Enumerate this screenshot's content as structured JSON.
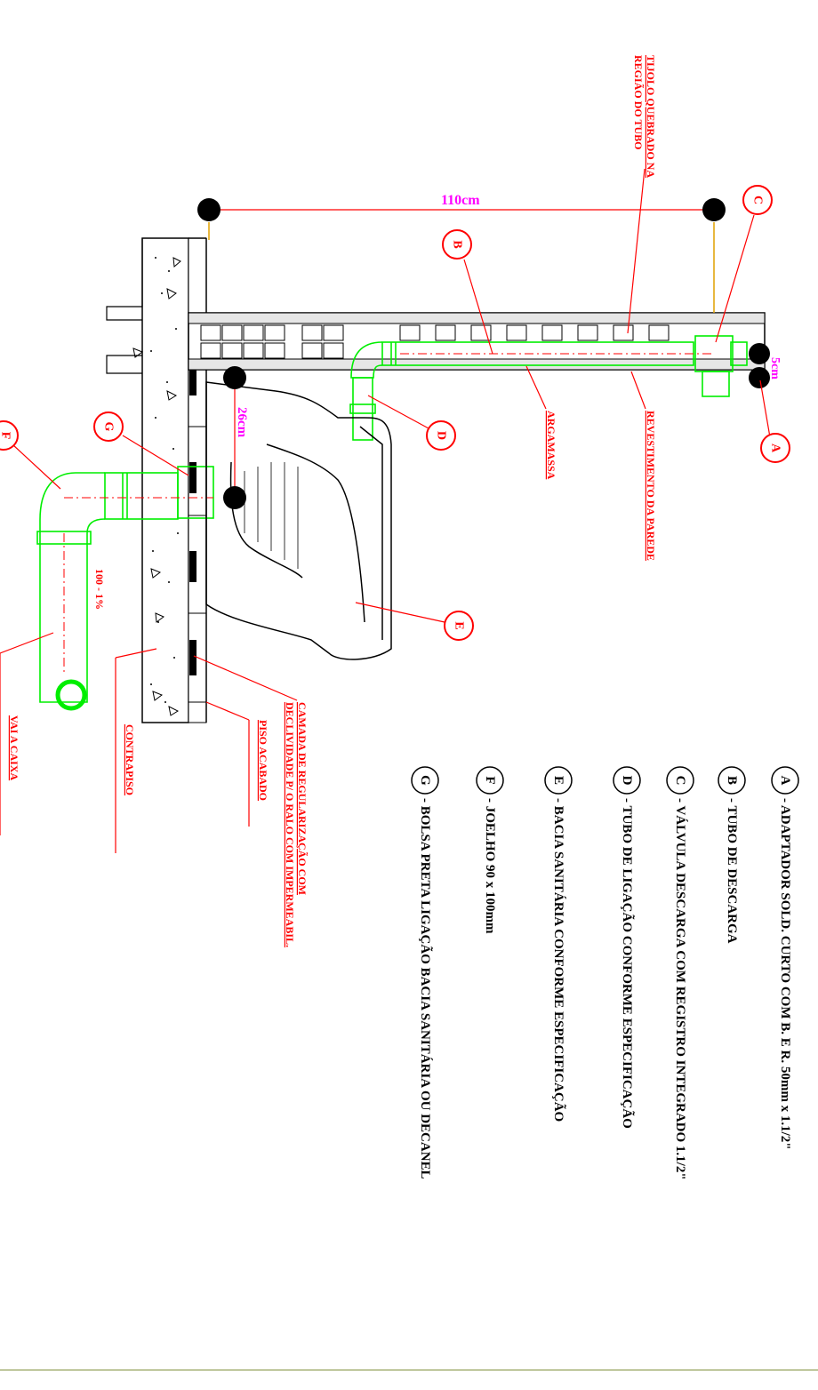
{
  "dimensions": {
    "width_110": "110cm",
    "height_26": "26cm",
    "gap_5": "5cm",
    "slope": "100 - 1%"
  },
  "labels": {
    "tijolo_line1": "TIJOLO QUEBRADO NA",
    "tijolo_line2": "REGIÃO DO TUBO",
    "revestimento": "REVESTIMENTO DA PAREDE",
    "argamassa": "ARGAMASSA",
    "camada_line1": "CAMADA DE REGULARIZAÇÃO COM",
    "camada_line2": "DECLIVIDADE P/ O RALO COM IMPERMEABIL.",
    "piso": "PISO ACABADO",
    "contrapiso": "CONTRAPISO",
    "vai_caixa": "VAI A CAIXA"
  },
  "callouts": [
    "A",
    "B",
    "C",
    "D",
    "E",
    "F",
    "G"
  ],
  "legend": [
    {
      "letter": "A",
      "text": "- ADAPTADOR SOLD. CURTO COM B. E R. 50mm x 1.1/2\""
    },
    {
      "letter": "B",
      "text": "- TUBO DE DESCARGA"
    },
    {
      "letter": "C",
      "text": "- VÁLVULA DESCARGA COM REGISTRO INTEGRADO 1.1/2\""
    },
    {
      "letter": "D",
      "text": "- TUBO DE LIGAÇÃO CONFORME ESPECIFICAÇÃO"
    },
    {
      "letter": "E",
      "text": "- BACIA SANITÁRIA CONFORME ESPECIFICAÇÃO"
    },
    {
      "letter": "F",
      "text": "- JOELHO 90 x 100mm"
    },
    {
      "letter": "G",
      "text": "- BOLSA PRETA LIGAÇÃO   BACIA SANITÁRIA OU DECANEL"
    }
  ],
  "colors": {
    "dimension": "#ff0000",
    "pipe": "#00ee00",
    "annotation_dim": "#ff00ff",
    "wall_hatch": "#555555",
    "extension": "#e0a000"
  }
}
